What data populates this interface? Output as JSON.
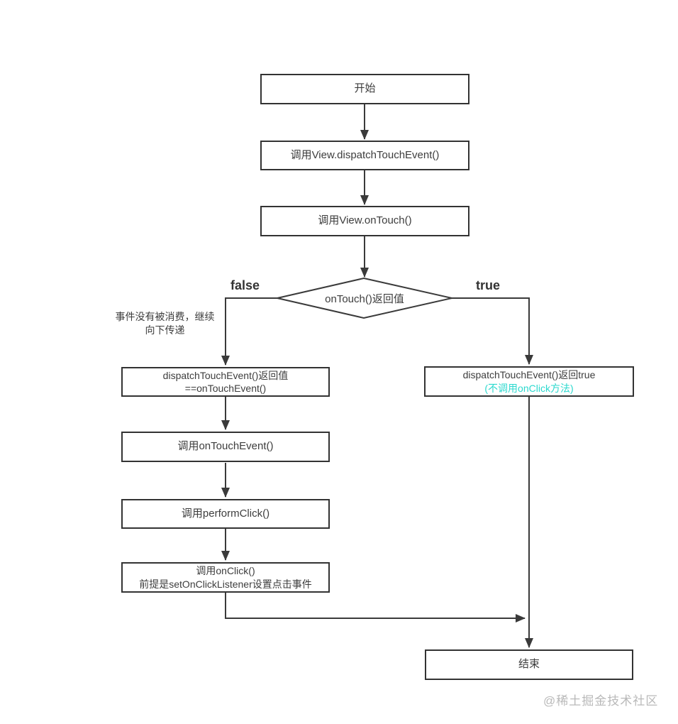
{
  "diagram": {
    "background": "#ffffff",
    "line_color": "#3a3a3a",
    "border_color": "#333333",
    "accent_cyan": "#2bd9ce",
    "watermark_color": "#b9b9b9"
  },
  "nodes": {
    "start": {
      "label": "开始"
    },
    "dispatch": {
      "label": "调用View.dispatchTouchEvent()"
    },
    "ontouch": {
      "label": "调用View.onTouch()"
    },
    "decision": {
      "label": "onTouch()返回值"
    },
    "left_result": {
      "line1": "dispatchTouchEvent()返回值",
      "line2": "==onTouchEvent()"
    },
    "ontouchevent": {
      "label": "调用onTouchEvent()"
    },
    "performclick": {
      "label": "调用performClick()"
    },
    "onclick": {
      "line1": "调用onClick()",
      "line2": "前提是setOnClickListener设置点击事件"
    },
    "right_result": {
      "line1": "dispatchTouchEvent()返回true",
      "line2": "(不调用onClick方法)"
    },
    "end": {
      "label": "结束"
    }
  },
  "labels": {
    "false_branch": "false",
    "true_branch": "true",
    "annotation_line1": "事件没有被消费，继续",
    "annotation_line2": "向下传递"
  },
  "watermark": "@稀土掘金技术社区"
}
